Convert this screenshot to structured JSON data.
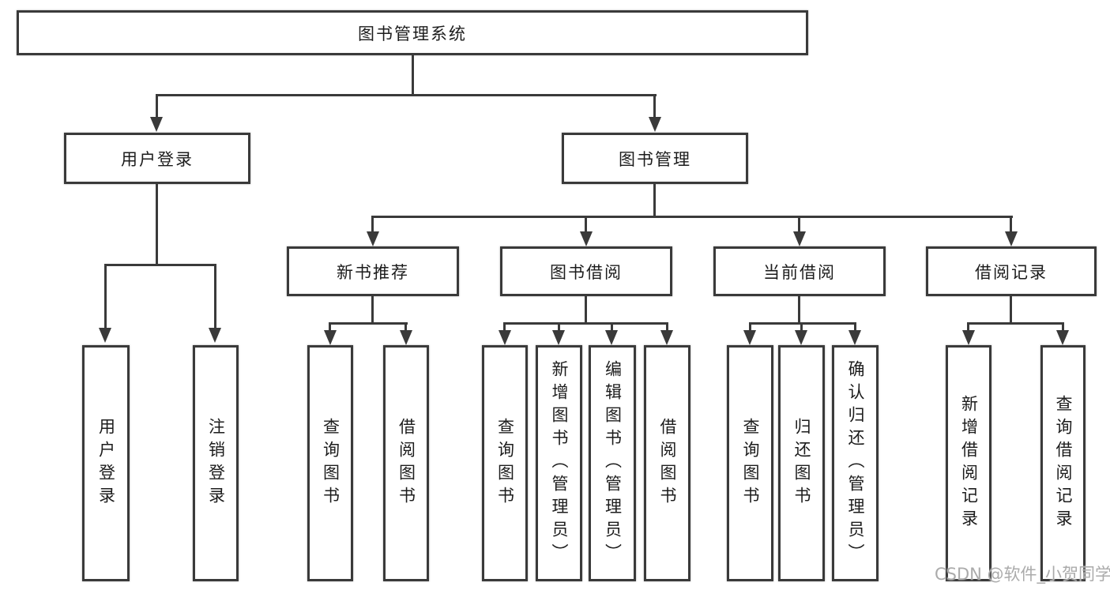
{
  "tree": {
    "root": {
      "label": "图书管理系统"
    },
    "branches": [
      {
        "label": "用户登录",
        "leaves": [
          {
            "label": "用户登录"
          },
          {
            "label": "注销登录"
          }
        ]
      },
      {
        "label": "图书管理",
        "children": [
          {
            "label": "新书推荐",
            "leaves": [
              {
                "label": "查询图书"
              },
              {
                "label": "借阅图书"
              }
            ]
          },
          {
            "label": "图书借阅",
            "leaves": [
              {
                "label": "查询图书"
              },
              {
                "label": "新增图书（管理员）"
              },
              {
                "label": "编辑图书（管理员）"
              },
              {
                "label": "借阅图书"
              }
            ]
          },
          {
            "label": "当前借阅",
            "leaves": [
              {
                "label": "查询图书"
              },
              {
                "label": "归还图书"
              },
              {
                "label": "确认归还（管理员）"
              }
            ]
          },
          {
            "label": "借阅记录",
            "leaves": [
              {
                "label": "新增借阅记录"
              },
              {
                "label": "查询借阅记录"
              }
            ]
          }
        ]
      }
    ]
  },
  "watermark": {
    "text": "CSDN @软件_小贺同学"
  },
  "colors": {
    "line": "#3a3a3a",
    "text": "#1c1c1c",
    "watermark": "#ababab",
    "background": "#ffffff"
  }
}
